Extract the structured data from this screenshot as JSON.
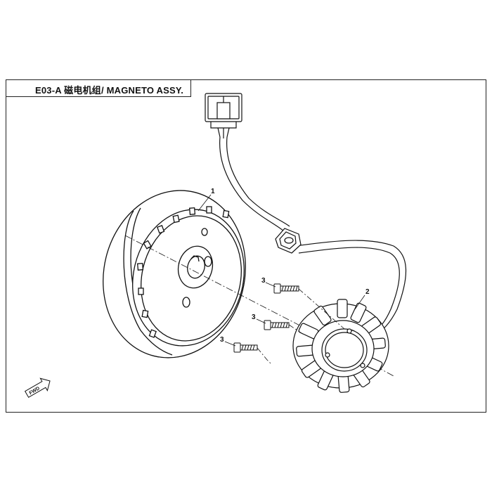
{
  "header": {
    "title": "E03-A 磁电机组/ MAGNETO ASSY."
  },
  "callouts": {
    "flywheel": "1",
    "stator": "2",
    "bolt_upper": "3",
    "bolt_middle": "3",
    "bolt_lower": "3"
  },
  "direction_arrow": {
    "label": "FWD"
  },
  "colors": {
    "line": "#111111",
    "background": "#ffffff"
  }
}
